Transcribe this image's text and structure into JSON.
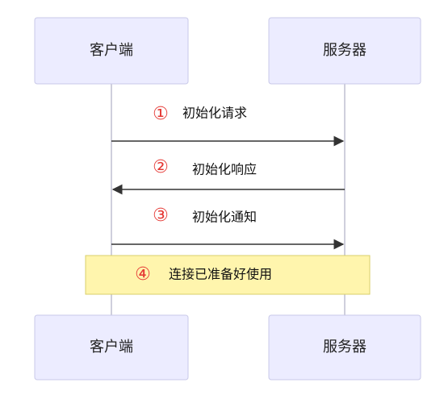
{
  "actors": {
    "client": "客户端",
    "server": "服务器"
  },
  "messages": [
    {
      "num": "①",
      "text": "初始化请求",
      "direction": "client-to-server"
    },
    {
      "num": "②",
      "text": "初始化响应",
      "direction": "server-to-client"
    },
    {
      "num": "③",
      "text": "初始化通知",
      "direction": "client-to-server"
    }
  ],
  "note": {
    "num": "④",
    "text": "连接已准备好使用"
  },
  "colors": {
    "actor_fill": "#ececff",
    "note_fill": "#fff5ad",
    "number_red": "#e53935"
  }
}
